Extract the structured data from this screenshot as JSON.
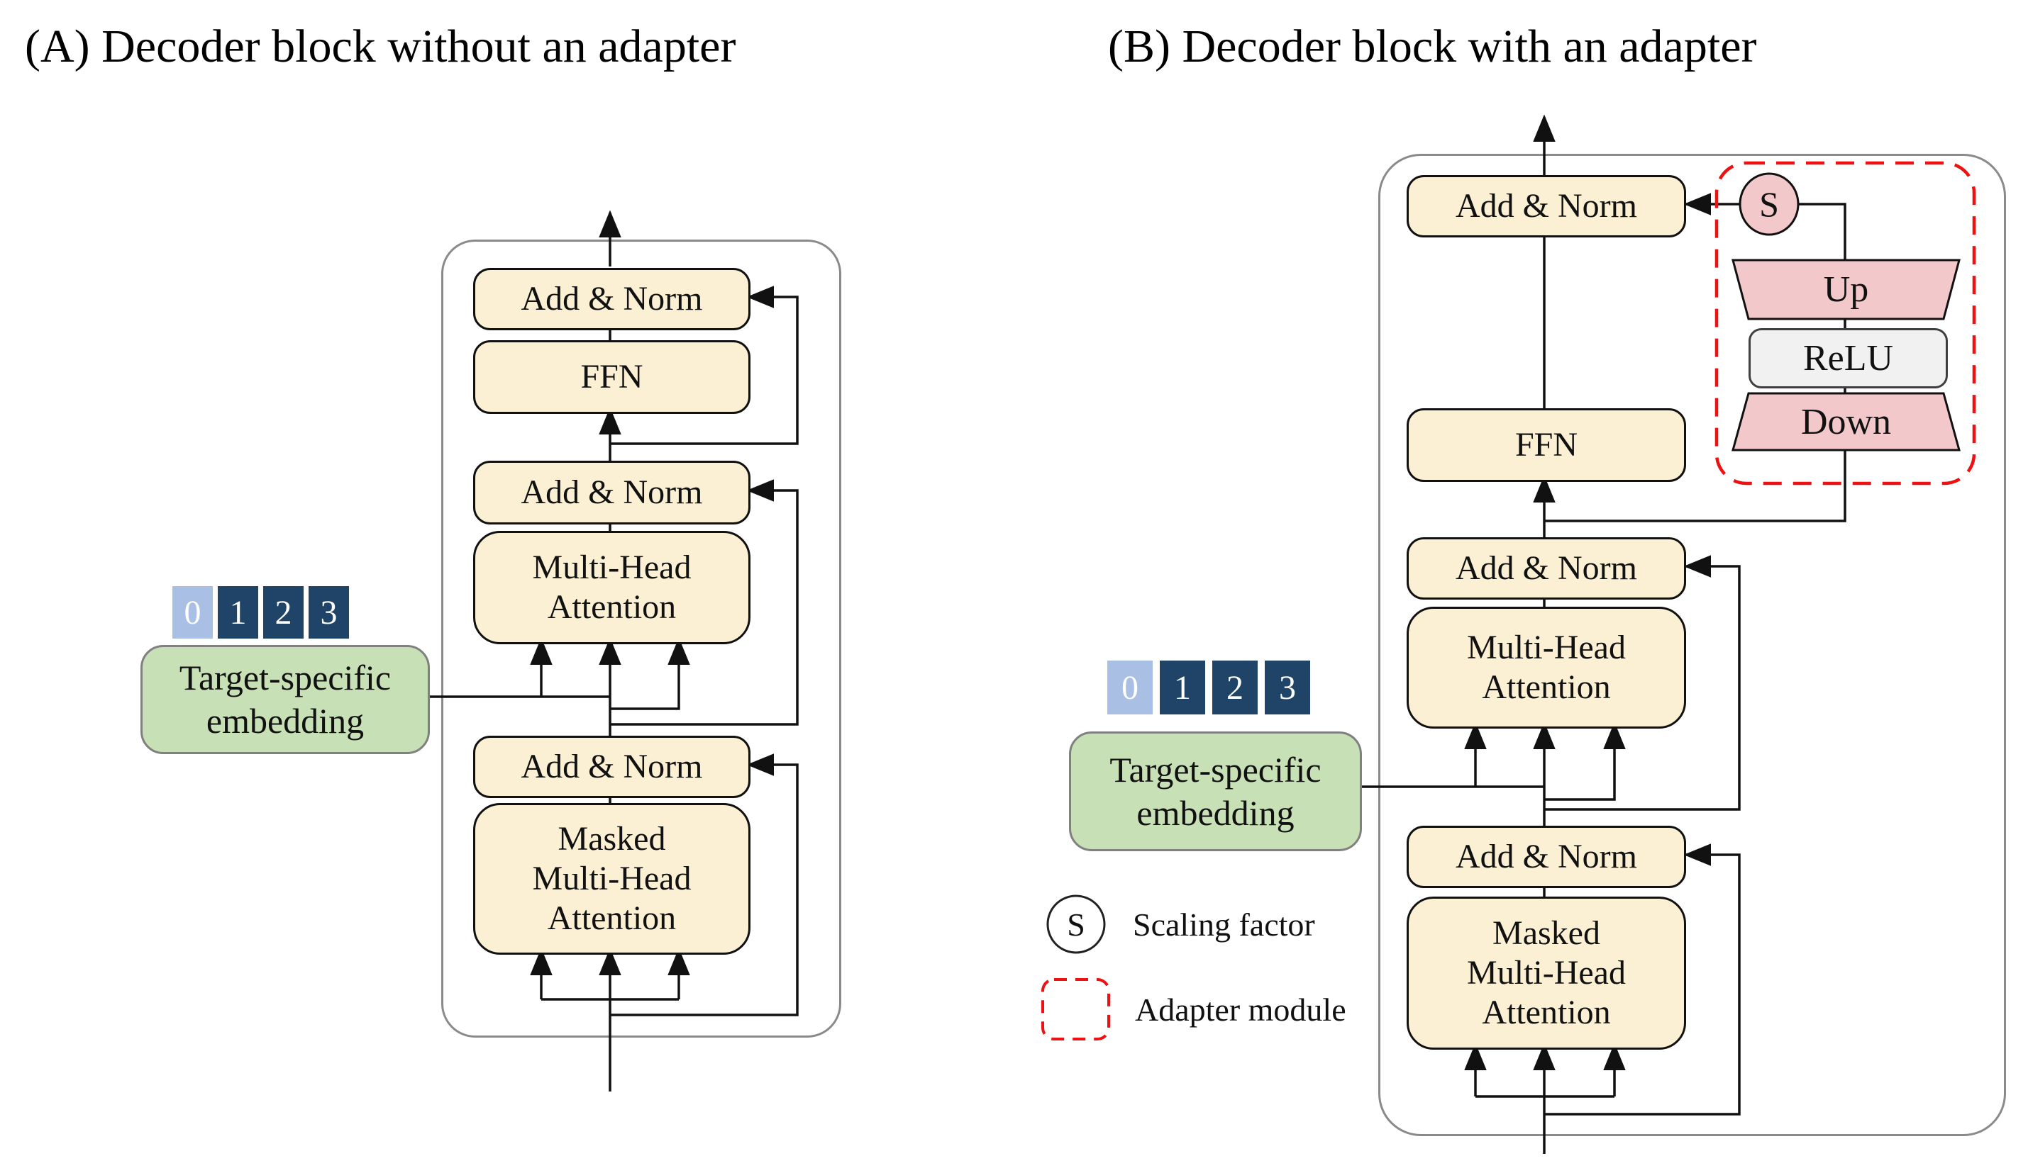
{
  "titles": {
    "a": "(A) Decoder block without an adapter",
    "b": "(B) Decoder block with an adapter"
  },
  "left": {
    "blocks": {
      "add_norm_top": "Add & Norm",
      "ffn": "FFN",
      "add_norm_middle": "Add & Norm",
      "mha": {
        "line1": "Multi-Head",
        "line2": "Attention"
      },
      "add_norm_bottom": "Add & Norm",
      "masked_mha": {
        "line1": "Masked",
        "line2": "Multi-Head",
        "line3": "Attention"
      }
    },
    "embedding": {
      "line1": "Target-specific",
      "line2": "embedding"
    },
    "tokens": [
      "0",
      "1",
      "2",
      "3"
    ]
  },
  "right": {
    "blocks": {
      "add_norm_top": "Add & Norm",
      "ffn": "FFN",
      "add_norm_middle": "Add & Norm",
      "mha": {
        "line1": "Multi-Head",
        "line2": "Attention"
      },
      "add_norm_bottom": "Add & Norm",
      "masked_mha": {
        "line1": "Masked",
        "line2": "Multi-Head",
        "line3": "Attention"
      }
    },
    "adapter": {
      "up": "Up",
      "relu": "ReLU",
      "down": "Down",
      "scaling_symbol": "S"
    },
    "embedding": {
      "line1": "Target-specific",
      "line2": "embedding"
    },
    "tokens": [
      "0",
      "1",
      "2",
      "3"
    ]
  },
  "legend": {
    "scaling_symbol": "S",
    "scaling_label": "Scaling factor",
    "adapter_label": "Adapter module"
  },
  "colors": {
    "block_fill": "#FBF0D3",
    "block_border": "#111111",
    "embedding_fill": "#C8E0B6",
    "embedding_border": "#808080",
    "token_0_fill": "#A9BFE4",
    "token_fill": "#1F4467",
    "token_text": "#FFFFFF",
    "adapter_pink": "#F3C8CA",
    "relu_fill": "#F1F1F1",
    "adapter_outline_red": "#EE1111",
    "container_border": "#8A8A8A",
    "line_color": "#111111"
  }
}
